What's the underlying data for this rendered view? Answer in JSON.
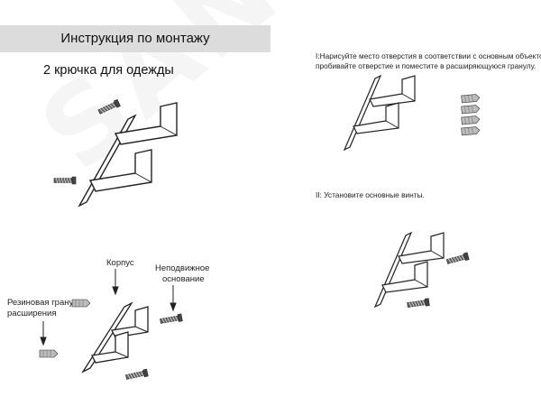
{
  "header": {
    "title": "Инструкция по монтажу"
  },
  "subtitle": "2 крючка для одежды",
  "labels": {
    "body": "Корпус",
    "base_line1": "Неподвижное",
    "base_line2": "основание",
    "anchor_line1": "Резиновая гранула",
    "anchor_line2": "расширения"
  },
  "steps": {
    "step1_line1": "I:Нарисуйте место отверстия в соответствии с основным объектом,",
    "step1_line2": "пробивайте отверстие и поместите в расширяющуюся гранулу.",
    "step2": "II: Установите основные винты."
  },
  "watermark": "SANIT.by"
}
